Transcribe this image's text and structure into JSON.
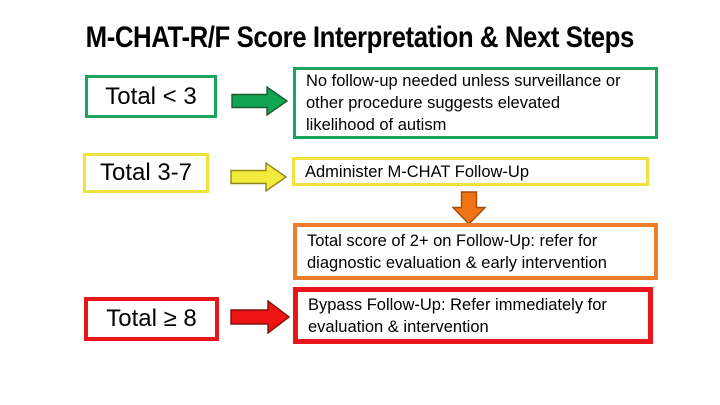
{
  "title": "M-CHAT-R/F Score Interpretation & Next Steps",
  "colors": {
    "green": "#1CA45C",
    "yellow": "#F0E23E",
    "orange": "#ED7D2B",
    "red": "#E9151B",
    "arrow_green_fill": "#0FA553",
    "arrow_yellow_fill": "#F2EB3D",
    "arrow_orange_fill": "#F07414",
    "arrow_red_fill": "#EE1414",
    "text": "#000000",
    "background": "#FFFFFF"
  },
  "flow": {
    "rows": [
      {
        "id": "low-score",
        "score_label": "Total < 3",
        "arrow_icon": "right-arrow-green",
        "result_text": "No follow-up needed unless surveillance or\nother procedure suggests elevated\nlikelihood of autism",
        "color": "#1CA45C"
      },
      {
        "id": "medium-score",
        "score_label": "Total 3-7",
        "arrow_icon": "right-arrow-yellow",
        "result_text": "Administer M-CHAT Follow-Up",
        "color": "#F0E23E"
      },
      {
        "id": "high-score",
        "score_label": "Total ≥ 8",
        "arrow_icon": "right-arrow-red",
        "result_text": "Bypass Follow-Up: Refer immediately for\nevaluation & intervention",
        "color": "#E9151B"
      }
    ],
    "followup_branch": {
      "arrow_icon": "down-arrow-orange",
      "result_text": "Total score of 2+ on Follow-Up: refer for\ndiagnostic evaluation & early intervention",
      "color": "#ED7D2B"
    }
  }
}
